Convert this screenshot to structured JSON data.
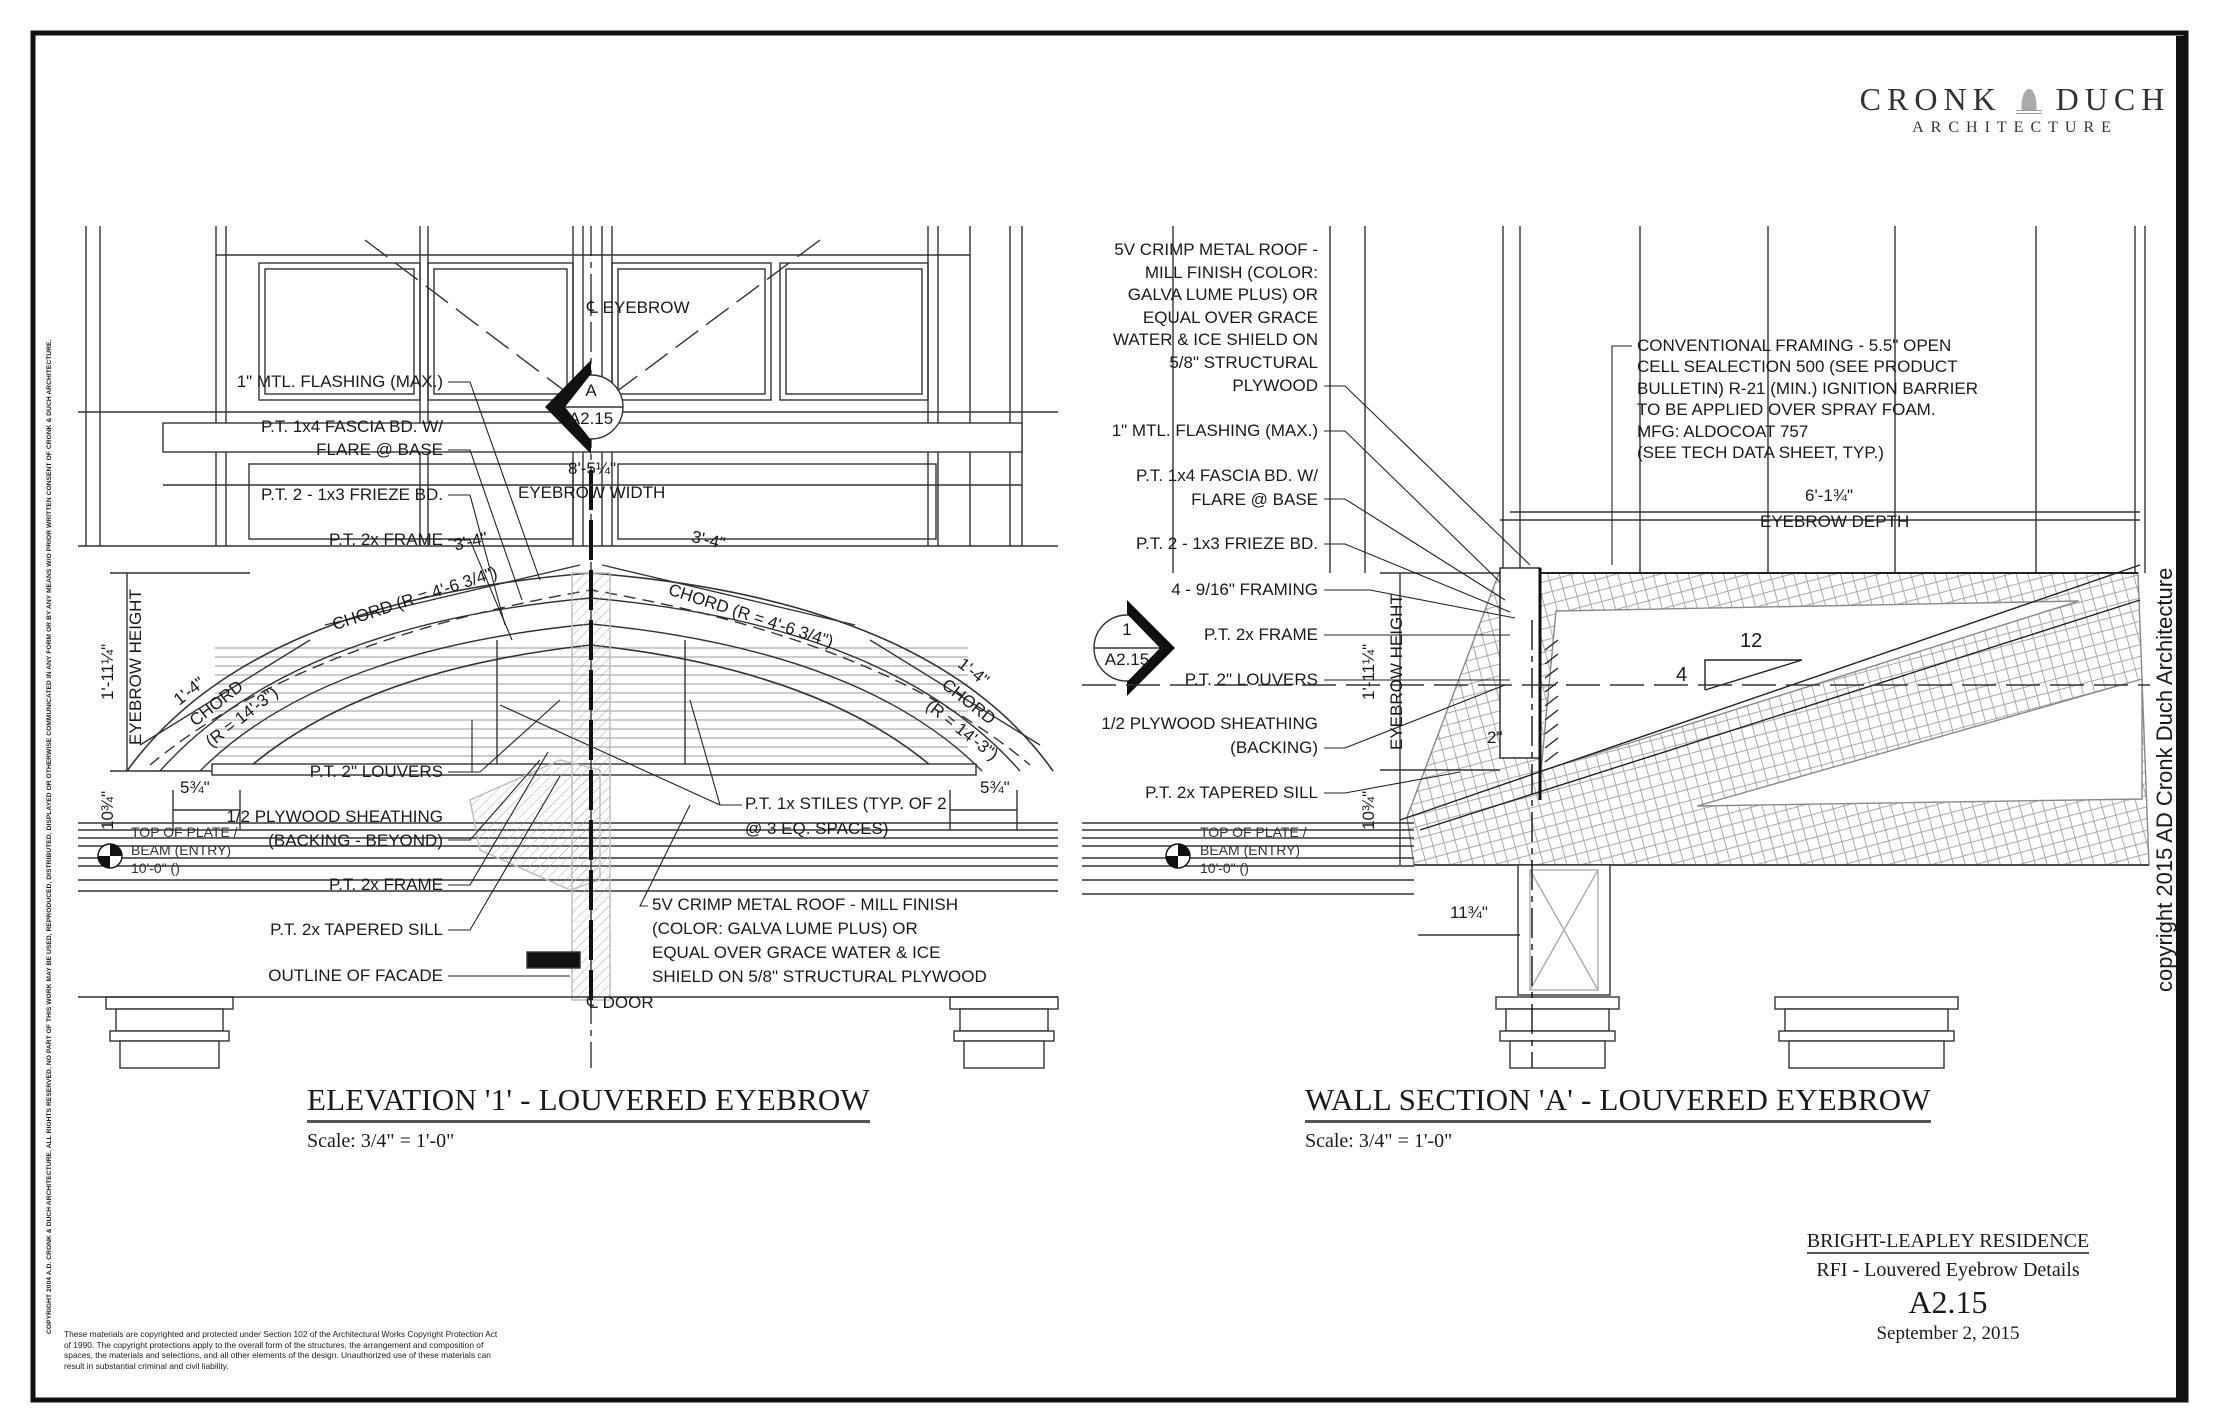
{
  "logo": {
    "name_left": "CRONK",
    "name_right": "DUCH",
    "subtitle": "ARCHITECTURE"
  },
  "side_notice": "COPYRIGHT 2004 A.D.   CRONK & DUCH ARCHITECTURE.   ALL RIGHTS RESERVED. NO PART OF THIS WORK MAY BE USED, REPRODUCED, DISTRIBUTED, DISPLAYED OR OTHERWISE COMMUNICATED IN ANY FORM OR BY ANY MEANS W/O PRIOR WRITTEN CONSENT OF CRONK & DUCH ARCHITECTURE.",
  "right_copyright": "copyright 2015 AD   Cronk  Duch  Architecture",
  "copyright_notice": "These materials are copyrighted and protected under Section 102 of the Architectural Works Copyright Protection Act of 1990.  The copyright protections apply to the overall form of the structures, the arrangement and composition of spaces, the materials and selections, and all other elements of the design.  Unauthorized use of these materials can result in substantial criminal and civil liability.",
  "elevation": {
    "title": "ELEVATION '1' - LOUVERED EYEBROW",
    "scale": "Scale:  3/4\" = 1'-0\"",
    "centerline_eyebrow": "℄ EYEBROW",
    "centerline_door": "℄ DOOR",
    "section_marker": {
      "number": "A",
      "sheet": "A2.15"
    },
    "width_dim": "8'-5¼\"",
    "width_label": "EYEBROW WIDTH",
    "height_dim": "1'-11¼\"",
    "height_label": "EYEBROW HEIGHT",
    "base_dim": "10¾\"",
    "side_dim_left": "5¾\"",
    "side_dim_right": "5¾\"",
    "chord_upper_left": "3'-4\"",
    "chord_upper_left_r": "CHORD (R = 4'-6 3/4\")",
    "chord_upper_right": "3'-4\"",
    "chord_upper_right_r": "CHORD (R = 4'-6 3/4\")",
    "chord_lower_left": "1'-4\"",
    "chord_lower_left_c": "CHORD",
    "chord_lower_left_r": "(R = 14'-3\")",
    "chord_lower_right": "1'-4\"",
    "chord_lower_right_c": "CHORD",
    "chord_lower_right_r": "(R = 14'-3\")",
    "level": {
      "line1": "TOP OF PLATE /",
      "line2": "BEAM (ENTRY)",
      "line3": "10'-0\" ()"
    },
    "notes": {
      "flashing": "1\" MTL. FLASHING (MAX.)",
      "fascia_1": "P.T. 1x4 FASCIA BD. W/",
      "fascia_2": "FLARE @ BASE",
      "frieze": "P.T. 2 - 1x3 FRIEZE BD.",
      "frame_upper": "P.T. 2x FRAME",
      "louvers": "P.T. 2\" LOUVERS",
      "sheathing_1": "1/2 PLYWOOD SHEATHING",
      "sheathing_2": "(BACKING - BEYOND)",
      "frame_lower": "P.T. 2x FRAME",
      "sill": "P.T. 2x TAPERED SILL",
      "facade": "OUTLINE OF FACADE",
      "stiles_1": "P.T. 1x STILES (TYP. OF 2",
      "stiles_2": "@ 3 EQ. SPACES)",
      "roof_1": "5V CRIMP METAL ROOF - MILL FINISH",
      "roof_2": "(COLOR:  GALVA LUME PLUS)  OR",
      "roof_3": "EQUAL OVER GRACE WATER & ICE",
      "roof_4": "SHIELD ON 5/8\" STRUCTURAL PLYWOOD"
    }
  },
  "section": {
    "title": "WALL SECTION 'A' - LOUVERED EYEBROW",
    "scale": "Scale:  3/4\" = 1'-0\"",
    "section_marker": {
      "number": "1",
      "sheet": "A2.15"
    },
    "depth_dim": "6'-1¾\"",
    "depth_label": "EYEBROW DEPTH",
    "height_dim": "1'-11¼\"",
    "height_label": "EYEBROW HEIGHT",
    "base_dim": "10¾\"",
    "louver_dim": "2\"",
    "beam_dim": "11¾\"",
    "slope_run": "12",
    "slope_rise": "4",
    "level": {
      "line1": "TOP OF PLATE /",
      "line2": "BEAM (ENTRY)",
      "line3": "10'-0\" ()"
    },
    "notes": {
      "roof": [
        "5V CRIMP METAL ROOF -",
        "MILL FINISH (COLOR:",
        "GALVA LUME PLUS)  OR",
        "EQUAL OVER GRACE",
        "WATER & ICE SHIELD ON",
        "5/8\" STRUCTURAL",
        "PLYWOOD"
      ],
      "flashing": "1\" MTL. FLASHING (MAX.)",
      "fascia_1": "P.T. 1x4 FASCIA BD. W/",
      "fascia_2": "FLARE @ BASE",
      "frieze": "P.T. 2 - 1x3 FRIEZE BD.",
      "framing": "4 - 9/16\" FRAMING",
      "frame": "P.T. 2x FRAME",
      "louvers": "P.T. 2\" LOUVERS",
      "sheathing_1": "1/2 PLYWOOD SHEATHING",
      "sheathing_2": "(BACKING)",
      "sill": "P.T. 2x TAPERED SILL",
      "insulation": [
        "CONVENTIONAL FRAMING - 5.5\" OPEN",
        "CELL SEALECTION 500 (SEE PRODUCT",
        "BULLETIN) R-21 (MIN.) IGNITION BARRIER",
        "TO BE APPLIED OVER SPRAY FOAM.",
        "MFG:  ALDOCOAT 757",
        "(SEE TECH DATA SHEET, TYP.)"
      ]
    }
  },
  "title_block": {
    "project": "BRIGHT-LEAPLEY RESIDENCE",
    "subtitle": "RFI - Louvered Eyebrow Details",
    "sheet_number": "A2.15",
    "date": "September 2, 2015"
  }
}
